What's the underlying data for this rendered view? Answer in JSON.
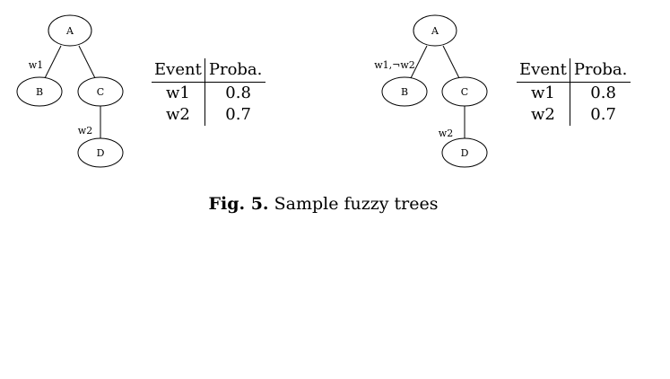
{
  "figures": [
    {
      "nodes": {
        "A": "A",
        "B": "B",
        "C": "C",
        "D": "D"
      },
      "edge_labels": {
        "A_B": "w1",
        "C_D": "w2"
      },
      "table": {
        "headers": [
          "Event",
          "Proba."
        ],
        "rows": [
          {
            "event": "w1",
            "proba": "0.8"
          },
          {
            "event": "w2",
            "proba": "0.7"
          }
        ]
      }
    },
    {
      "nodes": {
        "A": "A",
        "B": "B",
        "C": "C",
        "D": "D"
      },
      "edge_labels": {
        "A_B": "w1,¬w2",
        "C_D": "w2"
      },
      "table": {
        "headers": [
          "Event",
          "Proba."
        ],
        "rows": [
          {
            "event": "w1",
            "proba": "0.8"
          },
          {
            "event": "w2",
            "proba": "0.7"
          }
        ]
      }
    }
  ],
  "caption": {
    "fig_label": "Fig. 5.",
    "text": "Sample fuzzy trees"
  }
}
